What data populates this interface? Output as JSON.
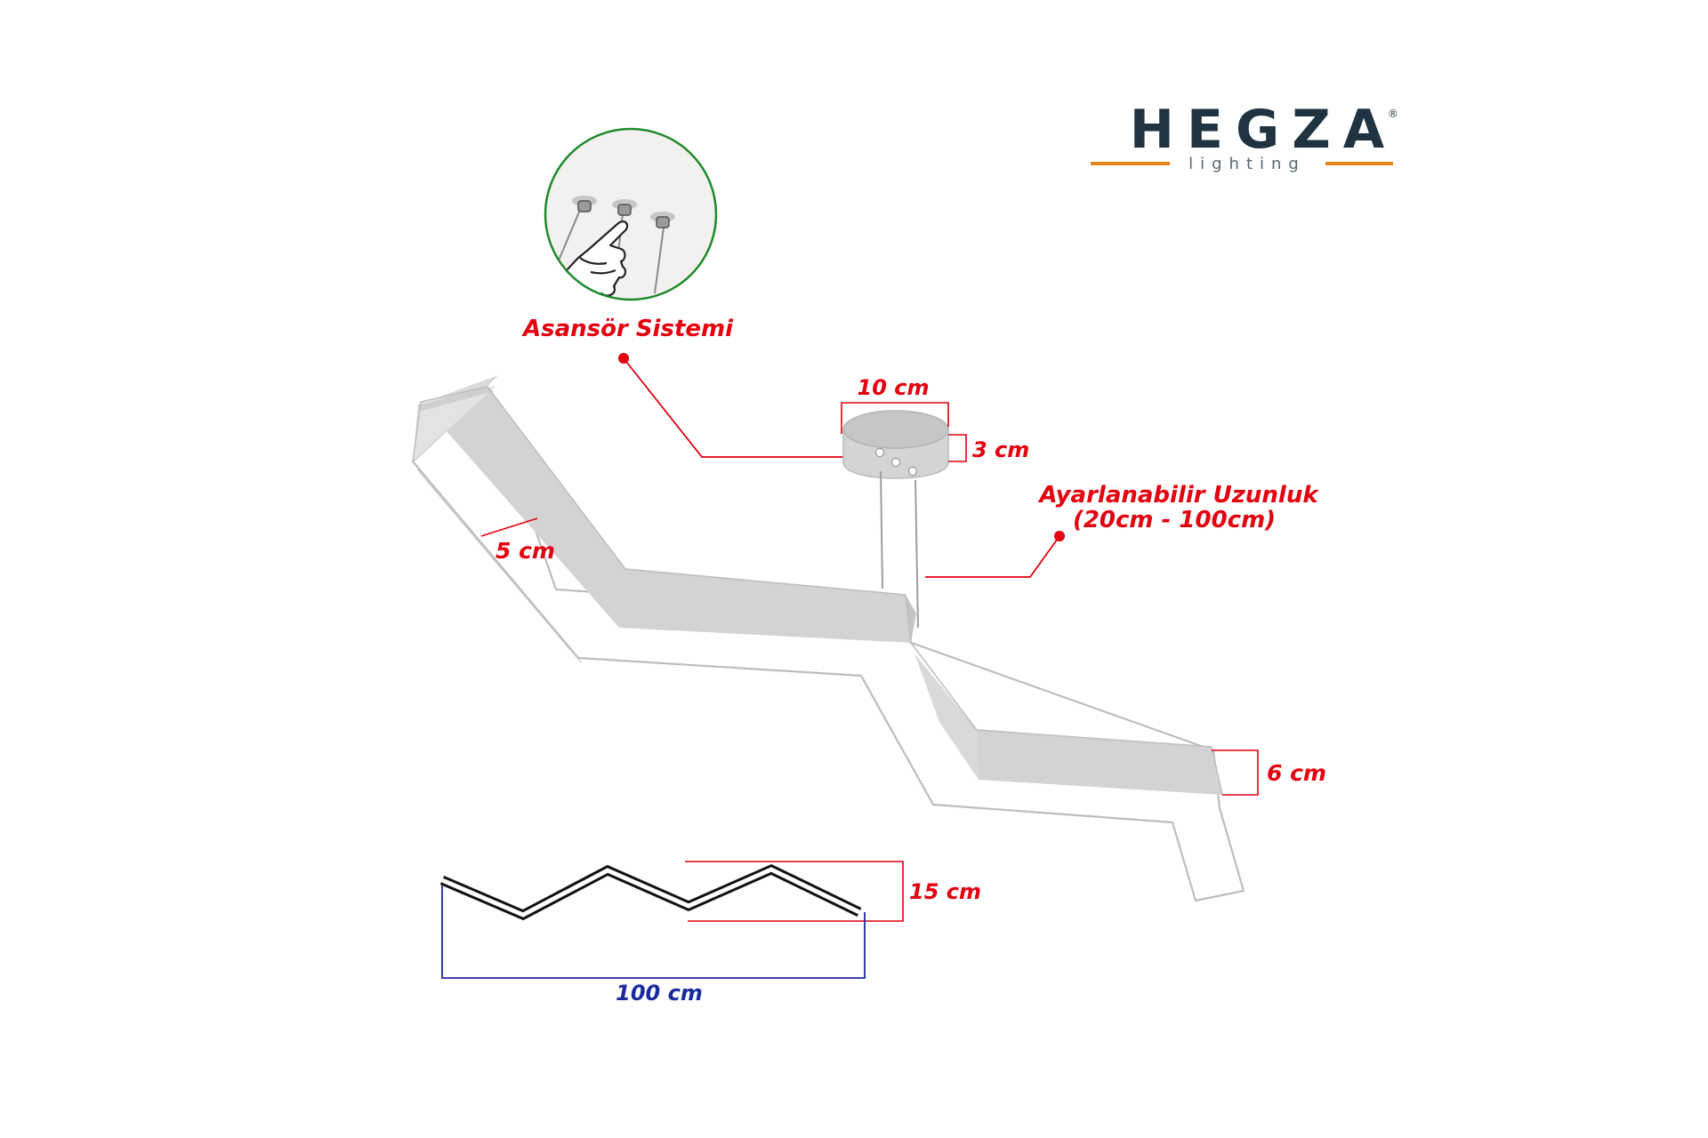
{
  "brand": {
    "name": "HEGZA",
    "tagline": "lighting",
    "registered": "®",
    "colors": {
      "dark": "#1f3341",
      "accent": "#e8841c"
    }
  },
  "labels": {
    "elevator_system": "Asansör Sistemi",
    "canopy_width": "10 cm",
    "canopy_height": "3 cm",
    "adjustable_line1": "Ayarlanabilir Uzunluk",
    "adjustable_line2": "(20cm - 100cm)",
    "profile_width": "5 cm",
    "profile_height": "6 cm",
    "zigzag_height": "15 cm",
    "zigzag_length": "100 cm"
  },
  "colors": {
    "callout_red": "#e3000f",
    "dimension_blue": "#1c2a9e",
    "profile_fill": "#d4d4d4",
    "profile_edge": "#bdbdbd",
    "inset_ring": "#1f8a2c"
  },
  "icons": [
    "hand-pointing-icon",
    "ceiling-anchor-icon"
  ]
}
